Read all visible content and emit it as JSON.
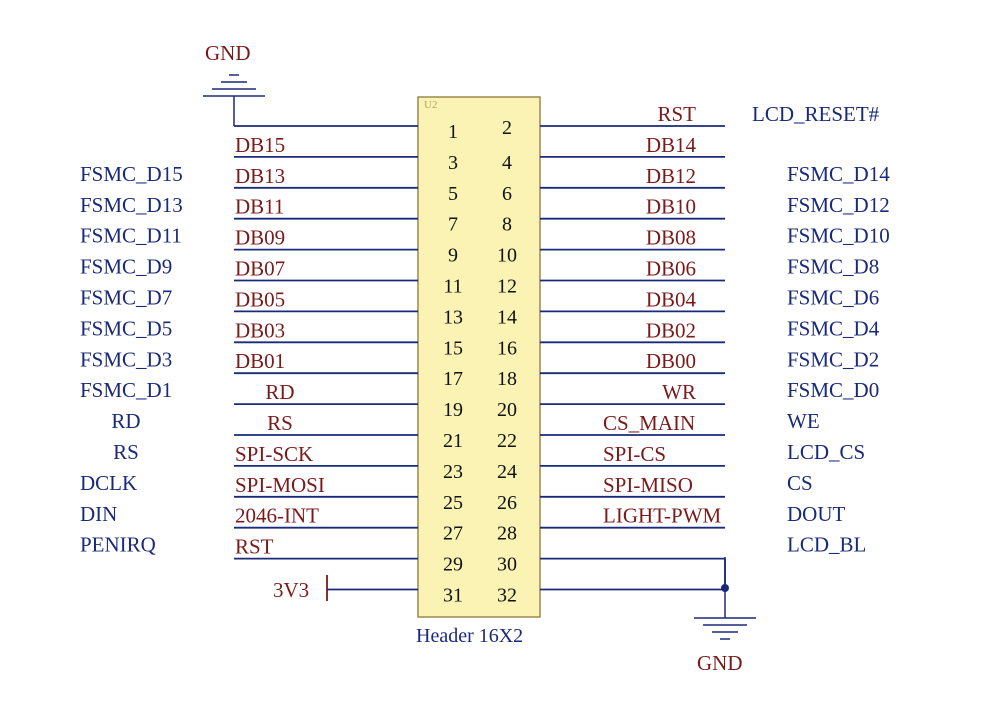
{
  "header": {
    "designator": "U2",
    "label": "Header 16X2",
    "body_color": "#fbf3b4",
    "border_color": "#9a8a50"
  },
  "colors": {
    "wire": "#1a2a7a",
    "net_label": "#7a1a1a",
    "signal_label": "#1a2a7a",
    "pin_number": "#111111"
  },
  "power": {
    "gnd_top": "GND",
    "gnd_bottom": "GND",
    "v3v3": "3V3"
  },
  "left_rows": [
    {
      "pin": "1",
      "net": "",
      "signal": ""
    },
    {
      "pin": "3",
      "net": "DB15",
      "signal": "FSMC_D15"
    },
    {
      "pin": "5",
      "net": "DB13",
      "signal": "FSMC_D13"
    },
    {
      "pin": "7",
      "net": "DB11",
      "signal": "FSMC_D11"
    },
    {
      "pin": "9",
      "net": "DB09",
      "signal": "FSMC_D9"
    },
    {
      "pin": "11",
      "net": "DB07",
      "signal": "FSMC_D7"
    },
    {
      "pin": "13",
      "net": "DB05",
      "signal": "FSMC_D5"
    },
    {
      "pin": "15",
      "net": "DB03",
      "signal": "FSMC_D3"
    },
    {
      "pin": "17",
      "net": "DB01",
      "signal": "FSMC_D1"
    },
    {
      "pin": "19",
      "net": "RD",
      "signal": "RD"
    },
    {
      "pin": "21",
      "net": "RS",
      "signal": "RS"
    },
    {
      "pin": "23",
      "net": "SPI-SCK",
      "signal": "DCLK"
    },
    {
      "pin": "25",
      "net": "SPI-MOSI",
      "signal": "DIN"
    },
    {
      "pin": "27",
      "net": "2046-INT",
      "signal": "PENIRQ"
    },
    {
      "pin": "29",
      "net": "RST",
      "signal": ""
    },
    {
      "pin": "31",
      "net": "",
      "signal": ""
    }
  ],
  "right_rows": [
    {
      "pin": "2",
      "net": "RST",
      "signal": "LCD_RESET#"
    },
    {
      "pin": "4",
      "net": "DB14",
      "signal": "FSMC_D14"
    },
    {
      "pin": "6",
      "net": "DB12",
      "signal": "FSMC_D12"
    },
    {
      "pin": "8",
      "net": "DB10",
      "signal": "FSMC_D10"
    },
    {
      "pin": "10",
      "net": "DB08",
      "signal": "FSMC_D8"
    },
    {
      "pin": "12",
      "net": "DB06",
      "signal": "FSMC_D6"
    },
    {
      "pin": "14",
      "net": "DB04",
      "signal": "FSMC_D4"
    },
    {
      "pin": "16",
      "net": "DB02",
      "signal": "FSMC_D2"
    },
    {
      "pin": "18",
      "net": "DB00",
      "signal": "FSMC_D0"
    },
    {
      "pin": "20",
      "net": "WR",
      "signal": "WE"
    },
    {
      "pin": "22",
      "net": "CS_MAIN",
      "signal": "LCD_CS"
    },
    {
      "pin": "24",
      "net": "SPI-CS",
      "signal": "CS"
    },
    {
      "pin": "26",
      "net": "SPI-MISO",
      "signal": "DOUT"
    },
    {
      "pin": "28",
      "net": "LIGHT-PWM",
      "signal": "LCD_BL"
    },
    {
      "pin": "30",
      "net": "",
      "signal": ""
    },
    {
      "pin": "32",
      "net": "",
      "signal": ""
    }
  ]
}
